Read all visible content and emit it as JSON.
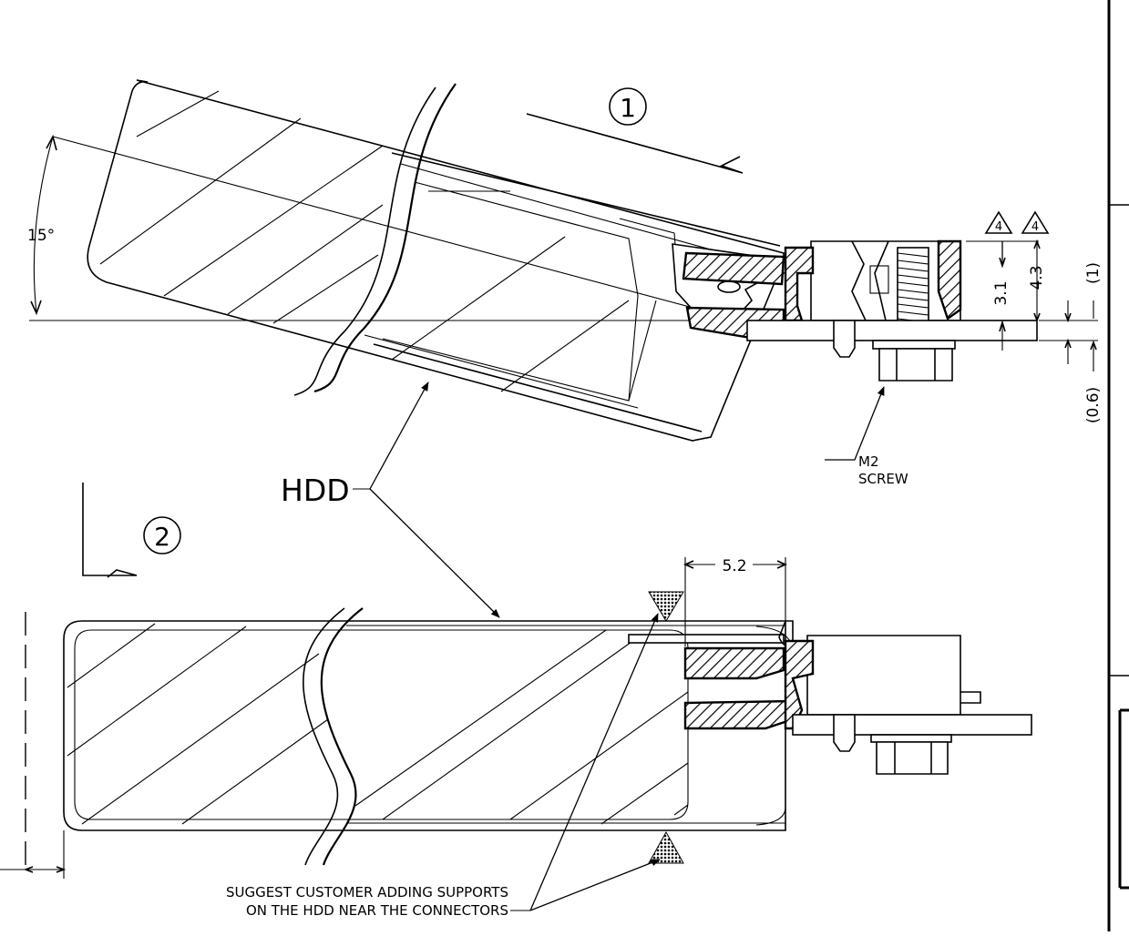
{
  "labels": {
    "view_1": "1",
    "view_2": "2",
    "angle": "15°",
    "hdd": "HDD",
    "rev_marker_left": "4",
    "rev_marker_right": "4",
    "dim_depth": "3.1",
    "dim_total": "4.3",
    "dim_gap_top": "(1)",
    "dim_gap_bottom": "(0.6)",
    "dim_offset": "5.2",
    "screw_line1": "M2",
    "screw_line2": "SCREW",
    "note_line1": "SUGGEST CUSTOMER ADDING SUPPORTS",
    "note_line2": "ON THE HDD NEAR THE CONNECTORS"
  }
}
